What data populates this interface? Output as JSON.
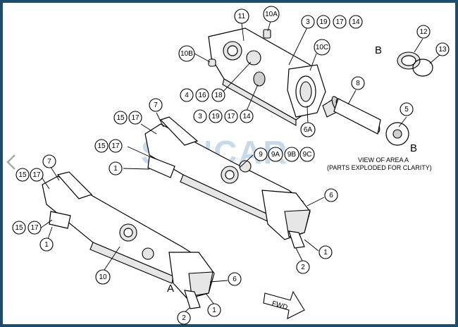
{
  "watermark": "SUNCAR",
  "view_label_line1": "VIEW OF AREA A",
  "view_label_line2": "(PARTS EXPLODED FOR CLARITY)",
  "label_A": "A",
  "label_B1": "B",
  "label_B2": "B",
  "fwd_label": "FWD",
  "icons": {
    "nav": "chevron-left-icon",
    "fwd": "fwd-arrow-icon"
  },
  "callouts": {
    "c11": "11",
    "c10A": "10A",
    "c3a": "3",
    "c19a": "19",
    "c17a": "17",
    "c14a": "14",
    "c10B": "10B",
    "c10C": "10C",
    "c12": "12",
    "c13": "13",
    "c8": "8",
    "c5": "5",
    "c4": "4",
    "c16": "16",
    "c18": "18",
    "c3b": "3",
    "c19b": "19",
    "c17b": "17",
    "c14b": "14",
    "c6A": "6A",
    "c7a": "7",
    "c15a": "15",
    "c17c": "17",
    "c15b": "15",
    "c17d": "17",
    "c1a": "1",
    "c9": "9",
    "c9A": "9A",
    "c9B": "9B",
    "c9C": "9C",
    "c6a": "6",
    "c1b": "1",
    "c2a": "2",
    "c7b": "7",
    "c15c": "15",
    "c17e": "17",
    "c15d": "15",
    "c17f": "17",
    "c1c": "1",
    "c10": "10",
    "c6b": "6",
    "c1d": "1",
    "c2b": "2"
  }
}
